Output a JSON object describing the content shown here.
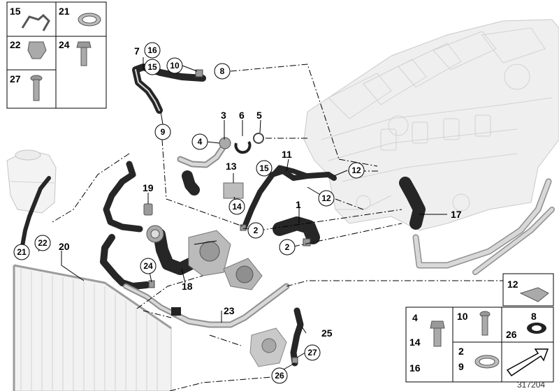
{
  "figure_id": "317204",
  "callouts": {
    "c1": "1",
    "c2a": "2",
    "c2b": "2",
    "c3": "3",
    "c4": "4",
    "c5": "5",
    "c6": "6",
    "c7": "7",
    "c8": "8",
    "c9": "9",
    "c10": "10",
    "c11": "11",
    "c12a": "12",
    "c12b": "12",
    "c13": "13",
    "c14": "14",
    "c15a": "15",
    "c16": "16",
    "c17": "17",
    "c18": "18",
    "c19": "19",
    "c20": "20",
    "c21": "21",
    "c22": "22",
    "c23": "23",
    "c24": "24",
    "c25": "25",
    "c26": "26",
    "c27": "27"
  },
  "legend_top_left": {
    "cells": [
      "15",
      "21",
      "22",
      "24",
      "27"
    ]
  },
  "legend_bottom_right": {
    "top_cell": "12",
    "cells": [
      "4",
      "14",
      "16",
      "10",
      "8",
      "26",
      "2",
      "9"
    ]
  },
  "icons": [
    "hose-clamp-icon",
    "spring-clip-icon",
    "screw-icon",
    "gasket-ring-icon",
    "direction-arrow-icon"
  ]
}
